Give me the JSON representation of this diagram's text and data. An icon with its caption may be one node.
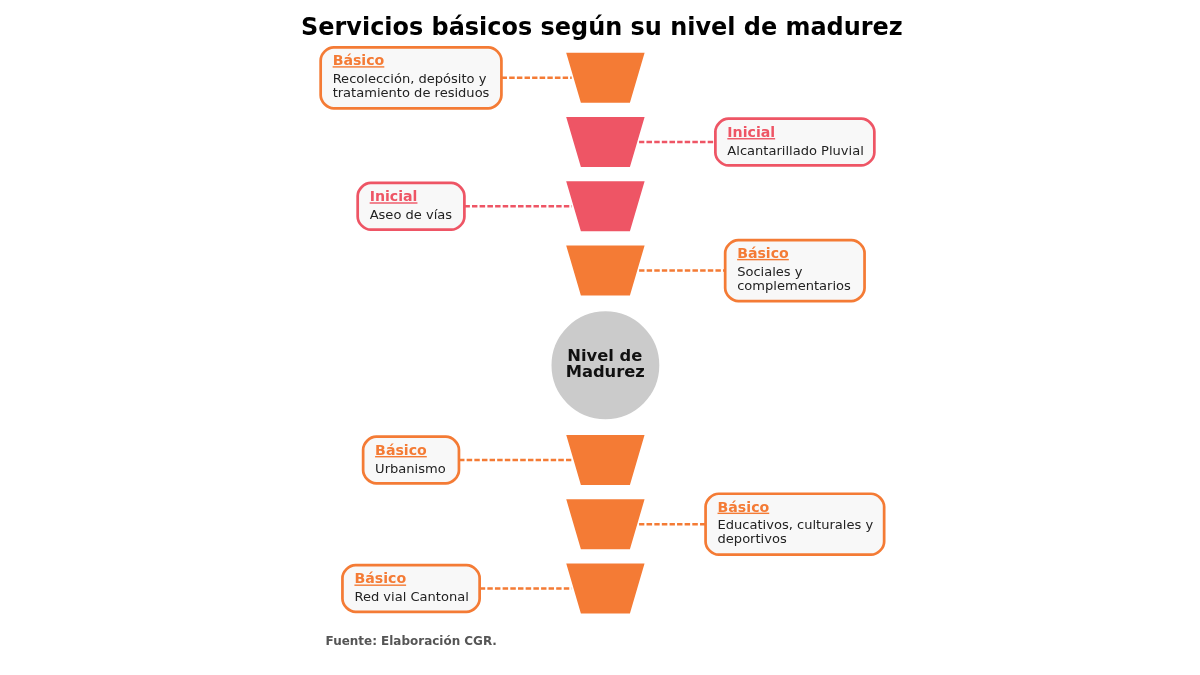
{
  "diagram": {
    "title": "Servicios básicos según su nivel de madurez",
    "caption": "Fuente: Elaboración CGR.",
    "nodes": [
      {
        "text": [
          "Básico",
          "Recolección, depósito y tratamiento de residuos"
        ]
      },
      {
        "text": [],
        "shape": "wedge"
      },
      {
        "text": [],
        "shape": "wedge"
      },
      {
        "text": [
          "Inicial",
          "Alcantarillado Pluvial"
        ]
      },
      {
        "text": [
          "Inicial",
          "Aseo de vías"
        ]
      },
      {
        "text": [],
        "shape": "wedge"
      },
      {
        "text": [],
        "shape": "wedge"
      },
      {
        "text": [
          "Básico",
          "Sociales y complementarios"
        ]
      },
      {
        "text": [
          "Nivel de Madurez"
        ]
      },
      {
        "text": [
          "Básico",
          "Urbanismo"
        ]
      },
      {
        "text": [],
        "shape": "wedge"
      },
      {
        "text": [],
        "shape": "wedge"
      },
      {
        "text": [
          "Básico",
          "Educativos, culturales y deportivos"
        ]
      },
      {
        "text": [
          "Básico",
          "Red vial Cantonal"
        ]
      },
      {
        "text": [],
        "shape": "wedge"
      }
    ],
    "edges": [
      {
        "from": 0,
        "to": 1,
        "arrow": "none",
        "style": "dashed"
      },
      {
        "from": 2,
        "to": 3,
        "arrow": "none",
        "style": "dashed",
        "color": "#ee5565"
      },
      {
        "from": 4,
        "to": 5,
        "arrow": "none",
        "style": "dashed",
        "color": "#ee5565"
      },
      {
        "from": 6,
        "to": 7,
        "arrow": "none",
        "style": "dashed"
      },
      {
        "from": 9,
        "to": 10,
        "arrow": "none",
        "style": "dashed"
      },
      {
        "from": 11,
        "to": 12,
        "arrow": "none",
        "style": "dashed"
      },
      {
        "from": 13,
        "to": 14,
        "arrow": "none",
        "style": "dashed"
      }
    ]
  }
}
